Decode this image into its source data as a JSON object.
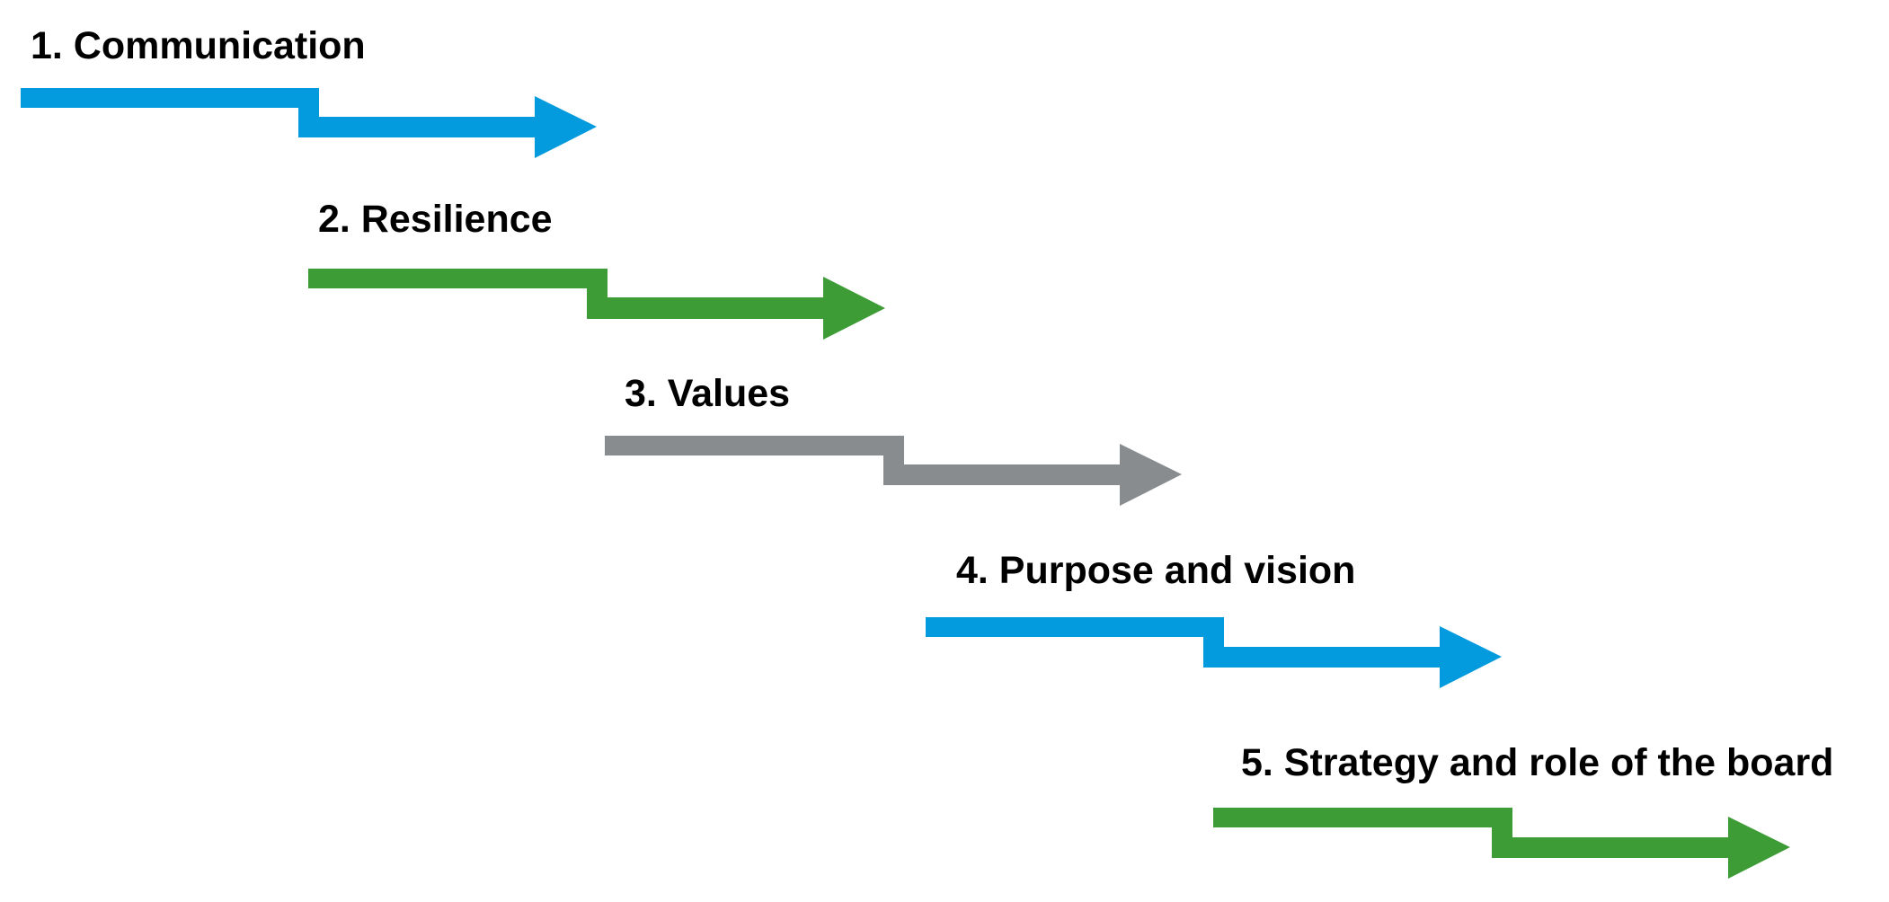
{
  "steps": [
    {
      "label": "1. Communication",
      "color": "#039BDE"
    },
    {
      "label": "2. Resilience",
      "color": "#3D9C36"
    },
    {
      "label": "3. Values",
      "color": "#898C8E"
    },
    {
      "label": "4. Purpose and vision",
      "color": "#039BDE"
    },
    {
      "label": "5. Strategy and role of the board",
      "color": "#3D9C36"
    }
  ]
}
